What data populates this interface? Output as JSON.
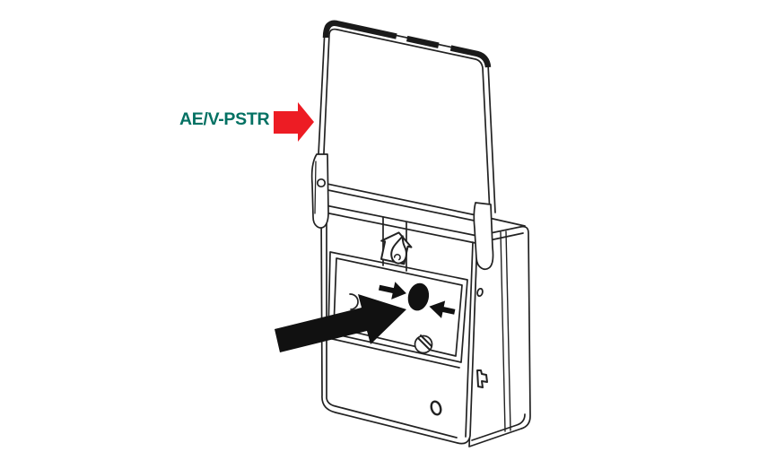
{
  "page": {
    "background_color": "#ffffff"
  },
  "diagram": {
    "product_label": {
      "text": "AE/V-PSTR",
      "color": "#037163"
    },
    "label_arrow": {
      "icon": "red-arrow-right-icon",
      "color": "#ED1C24"
    },
    "press_arrow": {
      "icon": "black-arrow-up-right-icon",
      "color": "#111111"
    },
    "device": {
      "type": "manual-call-point-with-hinged-transparent-cover",
      "line_color": "#222222",
      "button_color": "#111111",
      "symbols": {
        "house_flame": "burning-house-icon",
        "button": "press-here-oval",
        "press_arrows": "inward-arrows-icon"
      }
    }
  }
}
